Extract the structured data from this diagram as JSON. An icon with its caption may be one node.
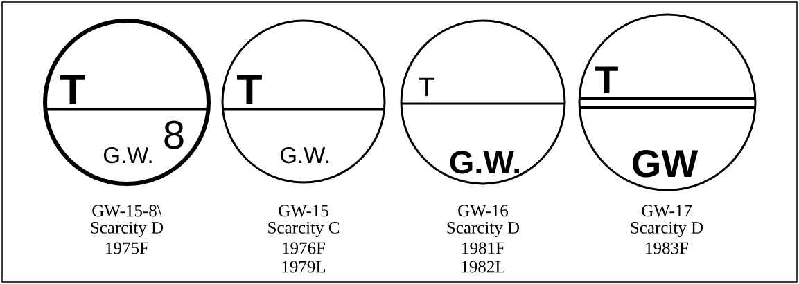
{
  "diagram": {
    "nodes": [
      {
        "text": [
          "T",
          "G.W.",
          "8"
        ],
        "beside": [
          "GW-15-8\\",
          "Scarcity D",
          "1975F"
        ]
      },
      {
        "text": [
          "T",
          "G.W."
        ],
        "beside": [
          "GW-15",
          "Scarcity C",
          "1976F",
          "1979L"
        ]
      },
      {
        "text": [
          "T",
          "G.W."
        ],
        "beside": [
          "GW-16",
          "Scarcity D",
          "1981F",
          "1982L"
        ]
      },
      {
        "text": [
          "T",
          "GW"
        ],
        "beside": [
          "GW-17",
          "Scarcity D",
          "1983F"
        ]
      }
    ]
  }
}
